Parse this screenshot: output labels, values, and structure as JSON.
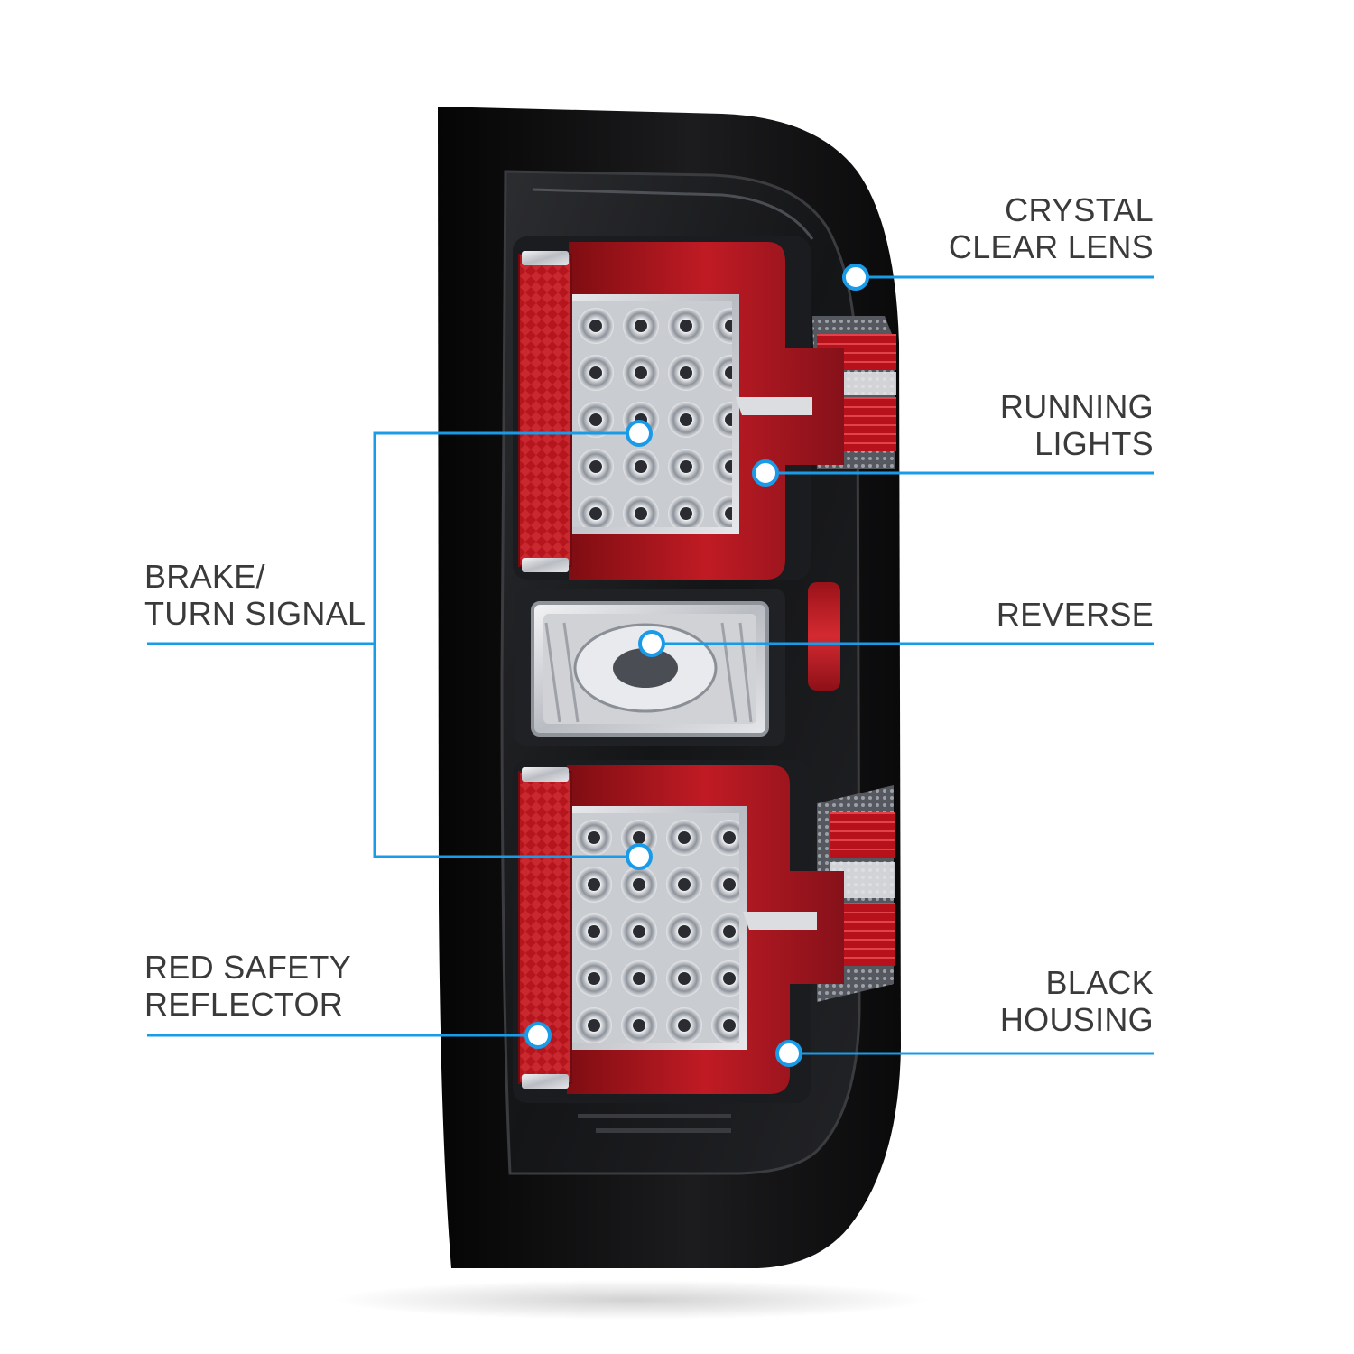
{
  "accent_color": "#1a9be8",
  "callouts": {
    "crystal_clear_lens": {
      "line1": "CRYSTAL",
      "line2": "CLEAR LENS"
    },
    "running_lights": {
      "line1": "RUNNING",
      "line2": "LIGHTS"
    },
    "reverse": {
      "line1": "REVERSE"
    },
    "black_housing": {
      "line1": "BLACK",
      "line2": "HOUSING"
    },
    "brake_turn_signal": {
      "line1": "BRAKE/",
      "line2": "TURN SIGNAL"
    },
    "red_safety_reflector": {
      "line1": "RED SAFETY",
      "line2": "REFLECTOR"
    }
  }
}
